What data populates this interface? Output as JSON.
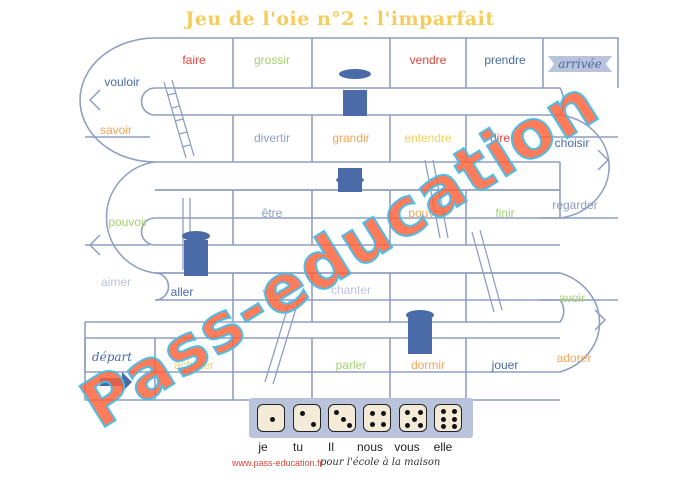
{
  "title": "Jeu de l'oie n°2 : l'imparfait",
  "start_label": "départ",
  "end_label": "arrivée",
  "cells": [
    {
      "label": "faire",
      "color": "#e0453a"
    },
    {
      "label": "grossir",
      "color": "#a4d071"
    },
    {
      "label": "",
      "color": "#4a6aa8"
    },
    {
      "label": "vendre",
      "color": "#e0453a"
    },
    {
      "label": "prendre",
      "color": "#4a6aa8"
    },
    {
      "label": "vouloir",
      "color": "#4a6aa8"
    },
    {
      "label": "savoir",
      "color": "#f0a55a"
    },
    {
      "label": "",
      "color": "#4a6aa8"
    },
    {
      "label": "divertir",
      "color": "#8f9ec3"
    },
    {
      "label": "grandir",
      "color": "#f0a55a"
    },
    {
      "label": "entendre",
      "color": "#f5cd5c"
    },
    {
      "label": "dire",
      "color": "#e0453a"
    },
    {
      "label": "choisir",
      "color": "#4a6aa8"
    },
    {
      "label": "regarder",
      "color": "#8f9ec3"
    },
    {
      "label": "finir",
      "color": "#a4d071"
    },
    {
      "label": "pouvoir",
      "color": "#f0a55a"
    },
    {
      "label": "être",
      "color": "#8f9ec3"
    },
    {
      "label": "",
      "color": "#4a6aa8"
    },
    {
      "label": "pouvoir",
      "color": "#a4d071"
    },
    {
      "label": "aimer",
      "color": "#b9c3dc"
    },
    {
      "label": "aller",
      "color": "#4a6aa8"
    },
    {
      "label": "voir",
      "color": "#a4d071"
    },
    {
      "label": "chanter",
      "color": "#b9c3dc"
    },
    {
      "label": "",
      "color": "#4a6aa8"
    },
    {
      "label": "avoir",
      "color": "#a4d071"
    },
    {
      "label": "adorer",
      "color": "#f0a55a"
    },
    {
      "label": "jouer",
      "color": "#4a6aa8"
    },
    {
      "label": "dormir",
      "color": "#f0a55a"
    },
    {
      "label": "parler",
      "color": "#a4d071"
    },
    {
      "label": "",
      "color": "#4a6aa8"
    },
    {
      "label": "acheter",
      "color": "#f5cd5c"
    }
  ],
  "dice": [
    1,
    2,
    3,
    4,
    5,
    6
  ],
  "pronouns": [
    "je",
    "tu",
    "Il",
    "nous",
    "vous",
    "elle"
  ],
  "footer": {
    "url": "www.pass-education.fr",
    "tagline": "pour l'école à la maison"
  },
  "watermark": "Pass-education",
  "colors": {
    "board_line": "#8f9ec3",
    "track_fill": "#ffffff",
    "accent_red": "#e0453a",
    "accent_blue": "#4a6aa8"
  }
}
